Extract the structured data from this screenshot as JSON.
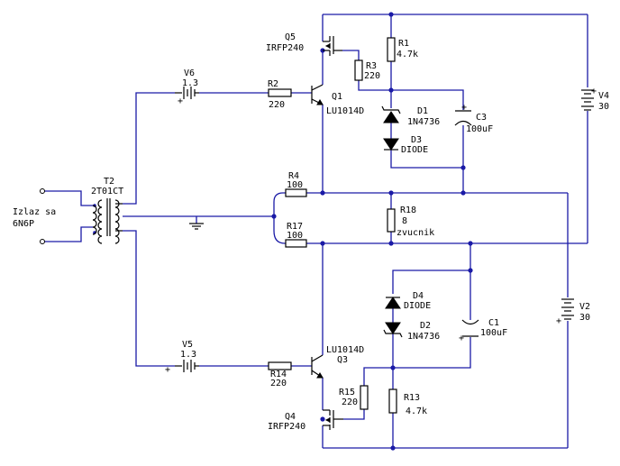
{
  "input": {
    "line1": "Izlaz sa",
    "line2": "6N6P"
  },
  "transformer": {
    "name": "T2",
    "part": "2T01CT"
  },
  "batteries": {
    "v6": {
      "name": "V6",
      "value": "1.3"
    },
    "v5": {
      "name": "V5",
      "value": "1.3"
    },
    "v4": {
      "name": "V4",
      "value": "30"
    },
    "v2": {
      "name": "V2",
      "value": "30"
    }
  },
  "resistors": {
    "r1": {
      "name": "R1",
      "value": "4.7k"
    },
    "r2": {
      "name": "R2",
      "value": "220"
    },
    "r3": {
      "name": "R3",
      "value": "220"
    },
    "r4": {
      "name": "R4",
      "value": "100"
    },
    "r13": {
      "name": "R13",
      "value": "4.7k"
    },
    "r14": {
      "name": "R14",
      "value": "220"
    },
    "r15": {
      "name": "R15",
      "value": "220"
    },
    "r17": {
      "name": "R17",
      "value": "100"
    },
    "r18": {
      "name": "R18",
      "value": "8",
      "note": "zvucnik"
    }
  },
  "transistors": {
    "q1": {
      "name": "Q1",
      "part": "LU1014D"
    },
    "q3": {
      "name": "Q3",
      "part": "LU1014D"
    },
    "q4": {
      "name": "Q4",
      "part": "IRFP240"
    },
    "q5": {
      "name": "Q5",
      "part": "IRFP240"
    }
  },
  "diodes": {
    "d1": {
      "name": "D1",
      "part": "1N4736"
    },
    "d2": {
      "name": "D2",
      "part": "1N4736"
    },
    "d3": {
      "name": "D3",
      "part": "DIODE"
    },
    "d4": {
      "name": "D4",
      "part": "DIODE"
    }
  },
  "capacitors": {
    "c1": {
      "name": "C1",
      "value": "100uF"
    },
    "c3": {
      "name": "C3",
      "value": "100uF"
    }
  },
  "polarity": {
    "plus": "+"
  }
}
